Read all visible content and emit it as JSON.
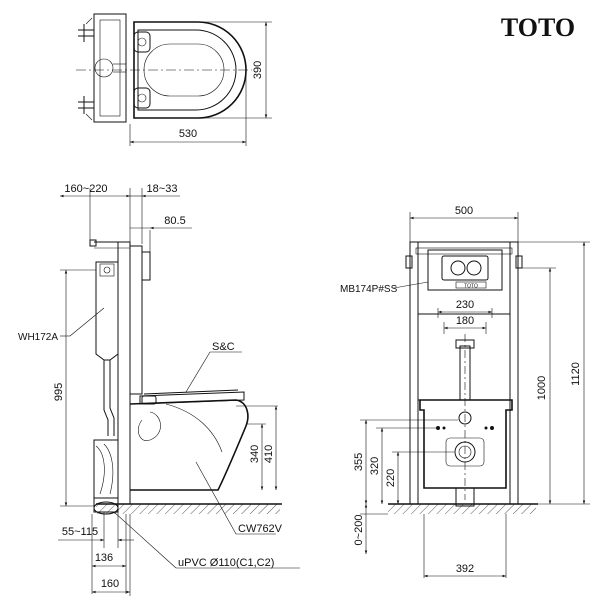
{
  "brand": {
    "logo_text": "TOTO"
  },
  "top_view": {
    "width_label": "530",
    "depth_label": "390"
  },
  "side_view": {
    "dims": {
      "install_depth": "160~220",
      "panel_depth": "18~33",
      "pipe_offset": "80.5",
      "tank_height": "995",
      "rim_height": "410",
      "pan_height": "340",
      "floor_gap": "55~115",
      "outlet_offset": "136",
      "frame_depth": "160"
    },
    "labels": {
      "cistern": "WH172A",
      "seat": "S&C",
      "bowl": "CW762V",
      "drain_pipe": "uPVC Ø110(C1,C2)"
    }
  },
  "front_view": {
    "dims": {
      "frame_width": "500",
      "bolt_spacing_outer": "230",
      "bolt_spacing_inner": "180",
      "frame_height": "1120",
      "panel_height": "1000",
      "inlet_height": "355",
      "bolt_height": "320",
      "drain_height": "220",
      "floor_range": "0~200",
      "foot_width": "392"
    },
    "labels": {
      "flush_plate": "MB174P#SS",
      "plate_brand": "TOTO"
    }
  }
}
